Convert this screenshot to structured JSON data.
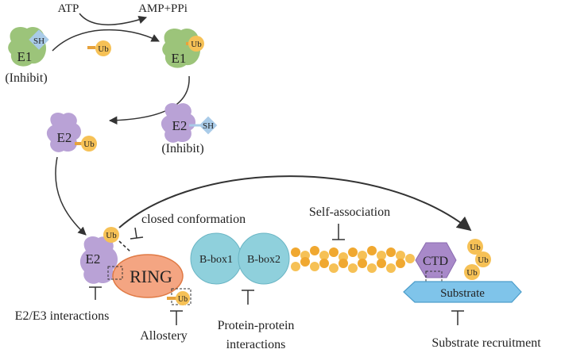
{
  "labels": {
    "atp": "ATP",
    "amp_ppi": "AMP+PPi",
    "e1": "E1",
    "e2": "E2",
    "sh": "SH",
    "ub": "Ub",
    "inhibit": "(Inhibit)",
    "closed_conformation": "closed conformation",
    "self_association": "Self-association",
    "ring": "RING",
    "bbox1": "B-box1",
    "bbox2": "B-box2",
    "ctd": "CTD",
    "substrate": "Substrate",
    "e2e3_interactions": "E2/E3 interactions",
    "allostery": "Allostery",
    "protein_protein_line1": "Protein-protein",
    "protein_protein_line2": "interactions",
    "substrate_recruitment": "Substrate recruitment"
  },
  "colors": {
    "e1_green": "#9cc47a",
    "e2_purple": "#b9a2d6",
    "ub_orange": "#f6c156",
    "sh_blue": "#a9cbe8",
    "ring_salmon": "#f4a582",
    "bbox_teal": "#8fd0dc",
    "ctd_purple": "#a889c9",
    "substrate_blue": "#7fc4ea"
  }
}
